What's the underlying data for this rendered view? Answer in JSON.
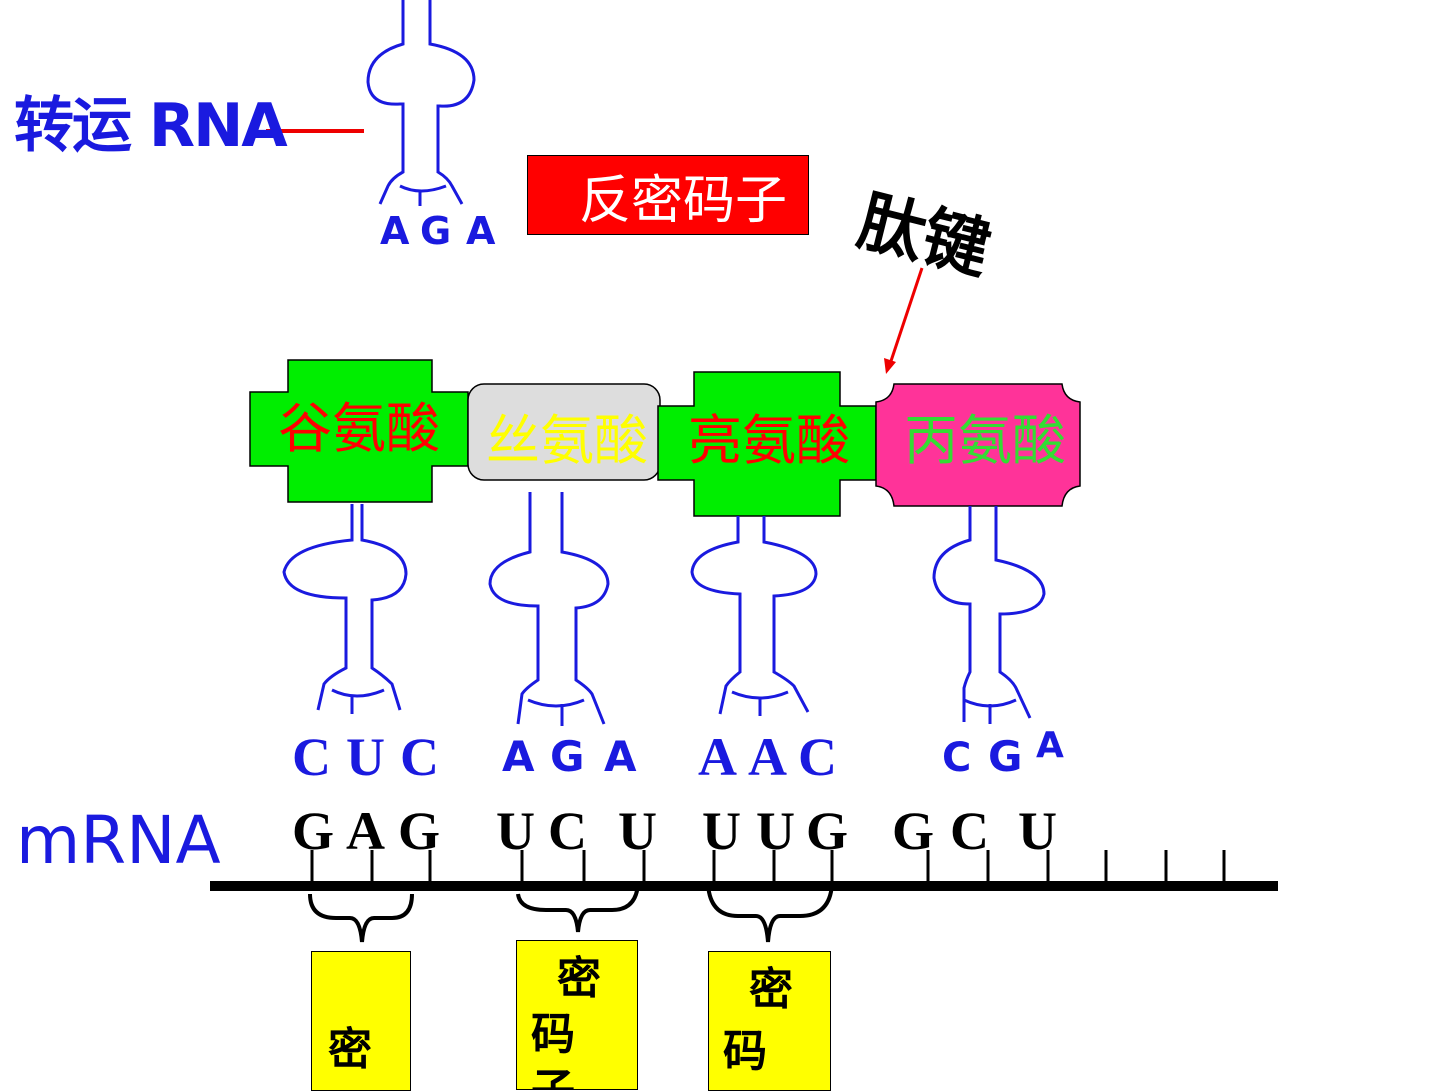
{
  "labels": {
    "trna": "转运 RNA",
    "anticodon": "反密码子",
    "peptide_bond": "肽键",
    "mrna": "mRNA"
  },
  "top_trna": {
    "anticodon": [
      "A",
      "G",
      "A"
    ]
  },
  "amino_acids": [
    {
      "name": "谷氨酸",
      "text_color": "#ff0000",
      "fill": "#00ee00",
      "anticodon": [
        "C",
        "U",
        "C"
      ]
    },
    {
      "name": "丝氨酸",
      "text_color": "#ffff00",
      "fill": "#dddddd",
      "anticodon": [
        "A",
        "G",
        "A"
      ]
    },
    {
      "name": "亮氨酸",
      "text_color": "#ff0000",
      "fill": "#00ee00",
      "anticodon": [
        "A",
        "A",
        "C"
      ]
    },
    {
      "name": "丙氨酸",
      "text_color": "#33dd33",
      "fill": "#ff3399",
      "anticodon": [
        "C",
        "G",
        "A"
      ]
    }
  ],
  "mrna_bases": [
    "G",
    "A",
    "G",
    "U",
    "C",
    "U",
    "U",
    "U",
    "G",
    "G",
    "C",
    "U"
  ],
  "codon_boxes": [
    {
      "chars": [
        "密"
      ]
    },
    {
      "chars": [
        "密",
        "码",
        "子"
      ]
    },
    {
      "chars": [
        "密",
        "码"
      ]
    }
  ],
  "colors": {
    "trna_line": "#1a1adf",
    "arrow": "#ee0000",
    "mrna_line": "#000000"
  }
}
